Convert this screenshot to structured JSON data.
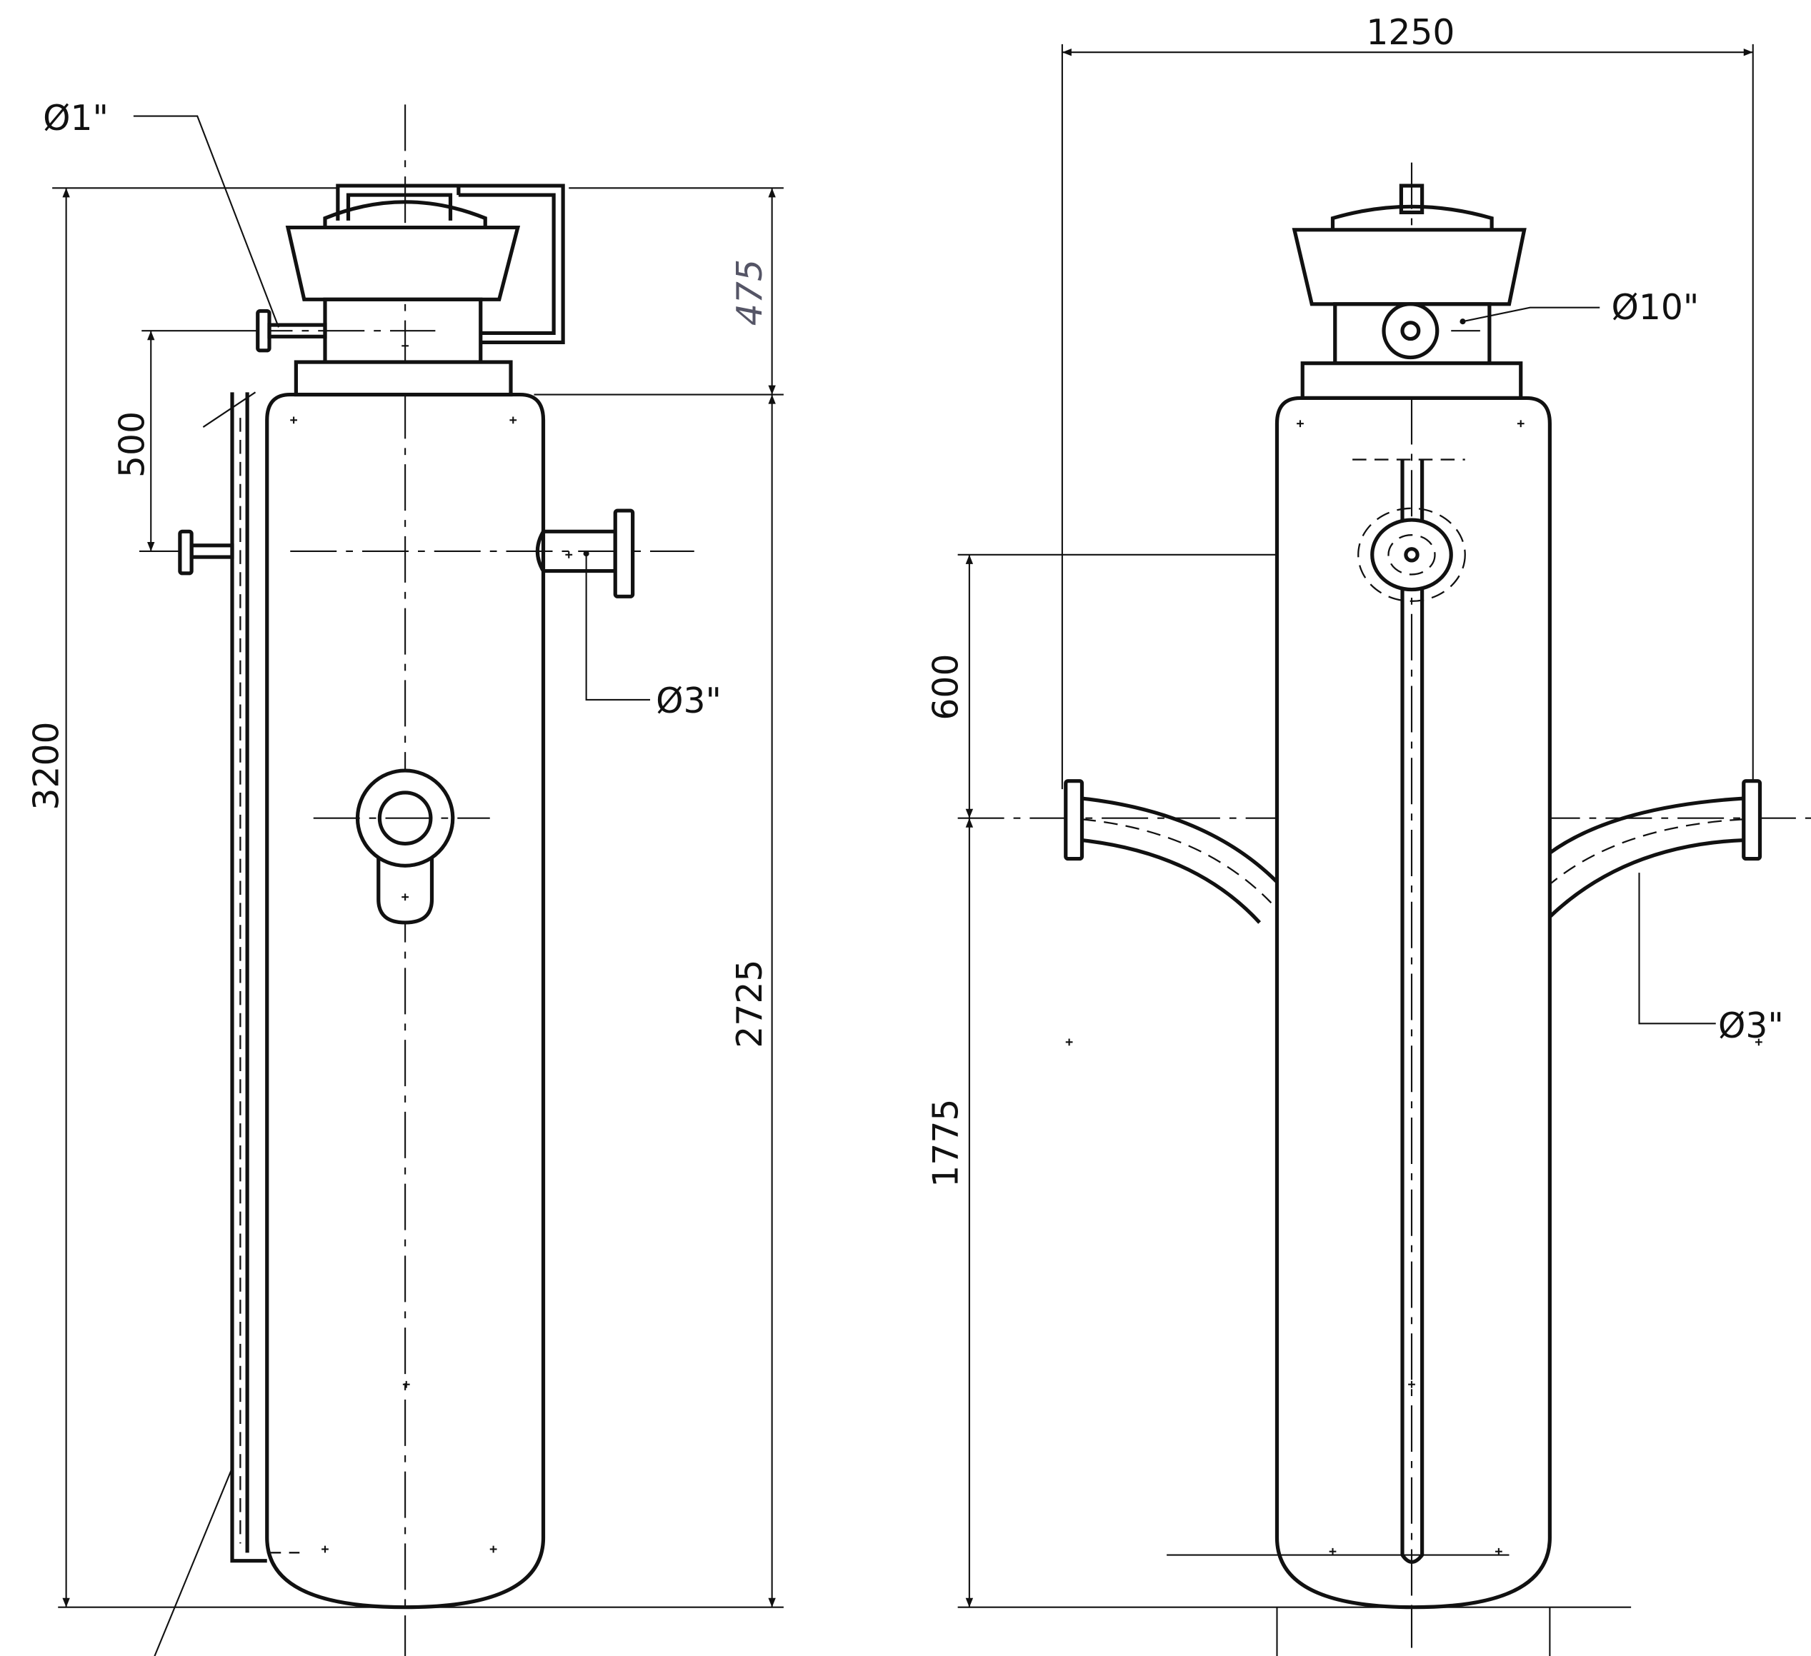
{
  "drawing": {
    "left_view": {
      "dim_overall_height": "3200",
      "dim_top_section": "475",
      "dim_body_height": "2725",
      "dim_nozzle_spacing": "500",
      "label_small_nozzle": "Ø1\"",
      "label_side_nozzle": "Ø3\""
    },
    "right_view": {
      "dim_overall_width": "1250",
      "dim_nozzle_offset": "600",
      "dim_outlet_height": "1775",
      "label_top_nozzle": "Ø10\"",
      "label_outlet_nozzles": "Ø3\""
    }
  }
}
